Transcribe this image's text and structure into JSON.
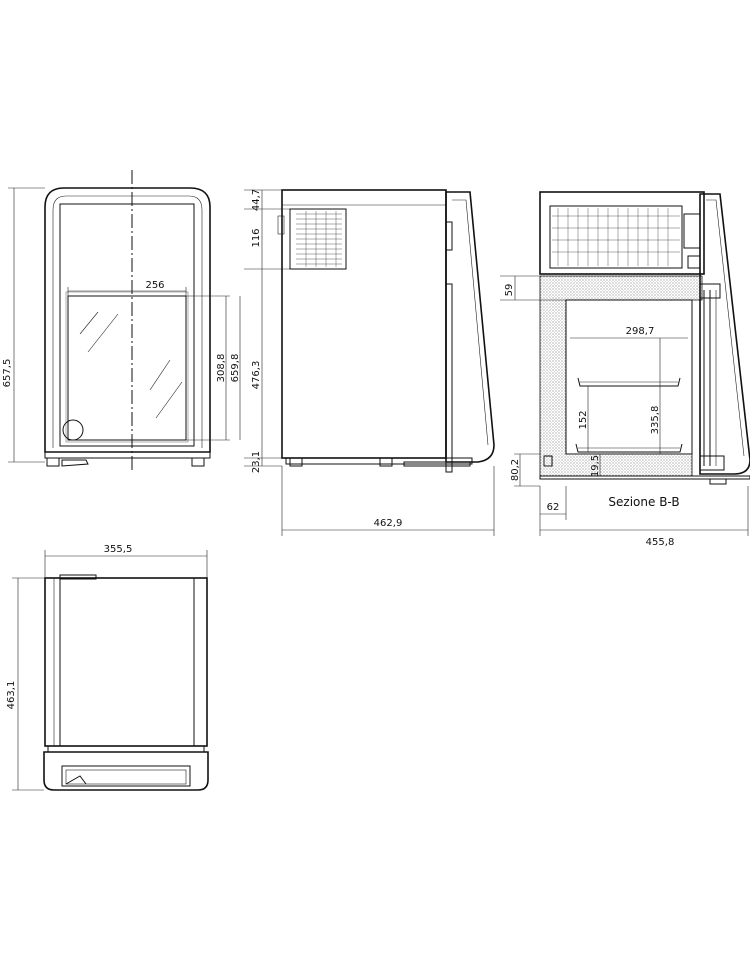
{
  "dimensions": {
    "front_height_total": "657,5",
    "front_glass_width": "256",
    "front_glass_height": "308,8",
    "front_height_inner": "659,8",
    "side_top_offset": "44,7",
    "side_vent_height": "116",
    "side_body_height": "476,3",
    "side_feet_height": "23,1",
    "side_depth": "462,9",
    "section_top_band": "59",
    "section_inner_width": "298,7",
    "section_shelf_height": "152",
    "section_inner_height": "335,8",
    "section_base_height": "80,2",
    "section_floor_thickness": "19,5",
    "section_foot_offset": "62",
    "section_total_depth": "455,8",
    "plan_width": "355,5",
    "plan_depth": "463,1"
  },
  "captions": {
    "section": "Sezione B-B"
  },
  "colors": {
    "line": "#111111",
    "hatch": "#555555",
    "background": "#ffffff"
  }
}
